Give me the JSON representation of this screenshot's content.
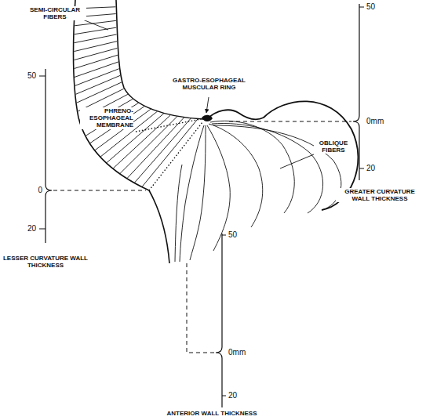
{
  "diagram": {
    "labels": [
      "SEMI-CIRCULAR FIBERS",
      "GASTRO-ESOPHAGEAL MUSCULAR RING",
      "PHRENO-ESOPHAGEAL MEMBRANE",
      "OBLIQUE FIBERS",
      "LESSER CURVATURE WALL THICKNESS",
      "GREATER CURVATURE WALL THICKNESS",
      "ANTERIOR WALL THICKNESS",
      "50",
      "0",
      "20",
      "50",
      "0mm",
      "20",
      "50",
      "0mm",
      "20"
    ]
  }
}
